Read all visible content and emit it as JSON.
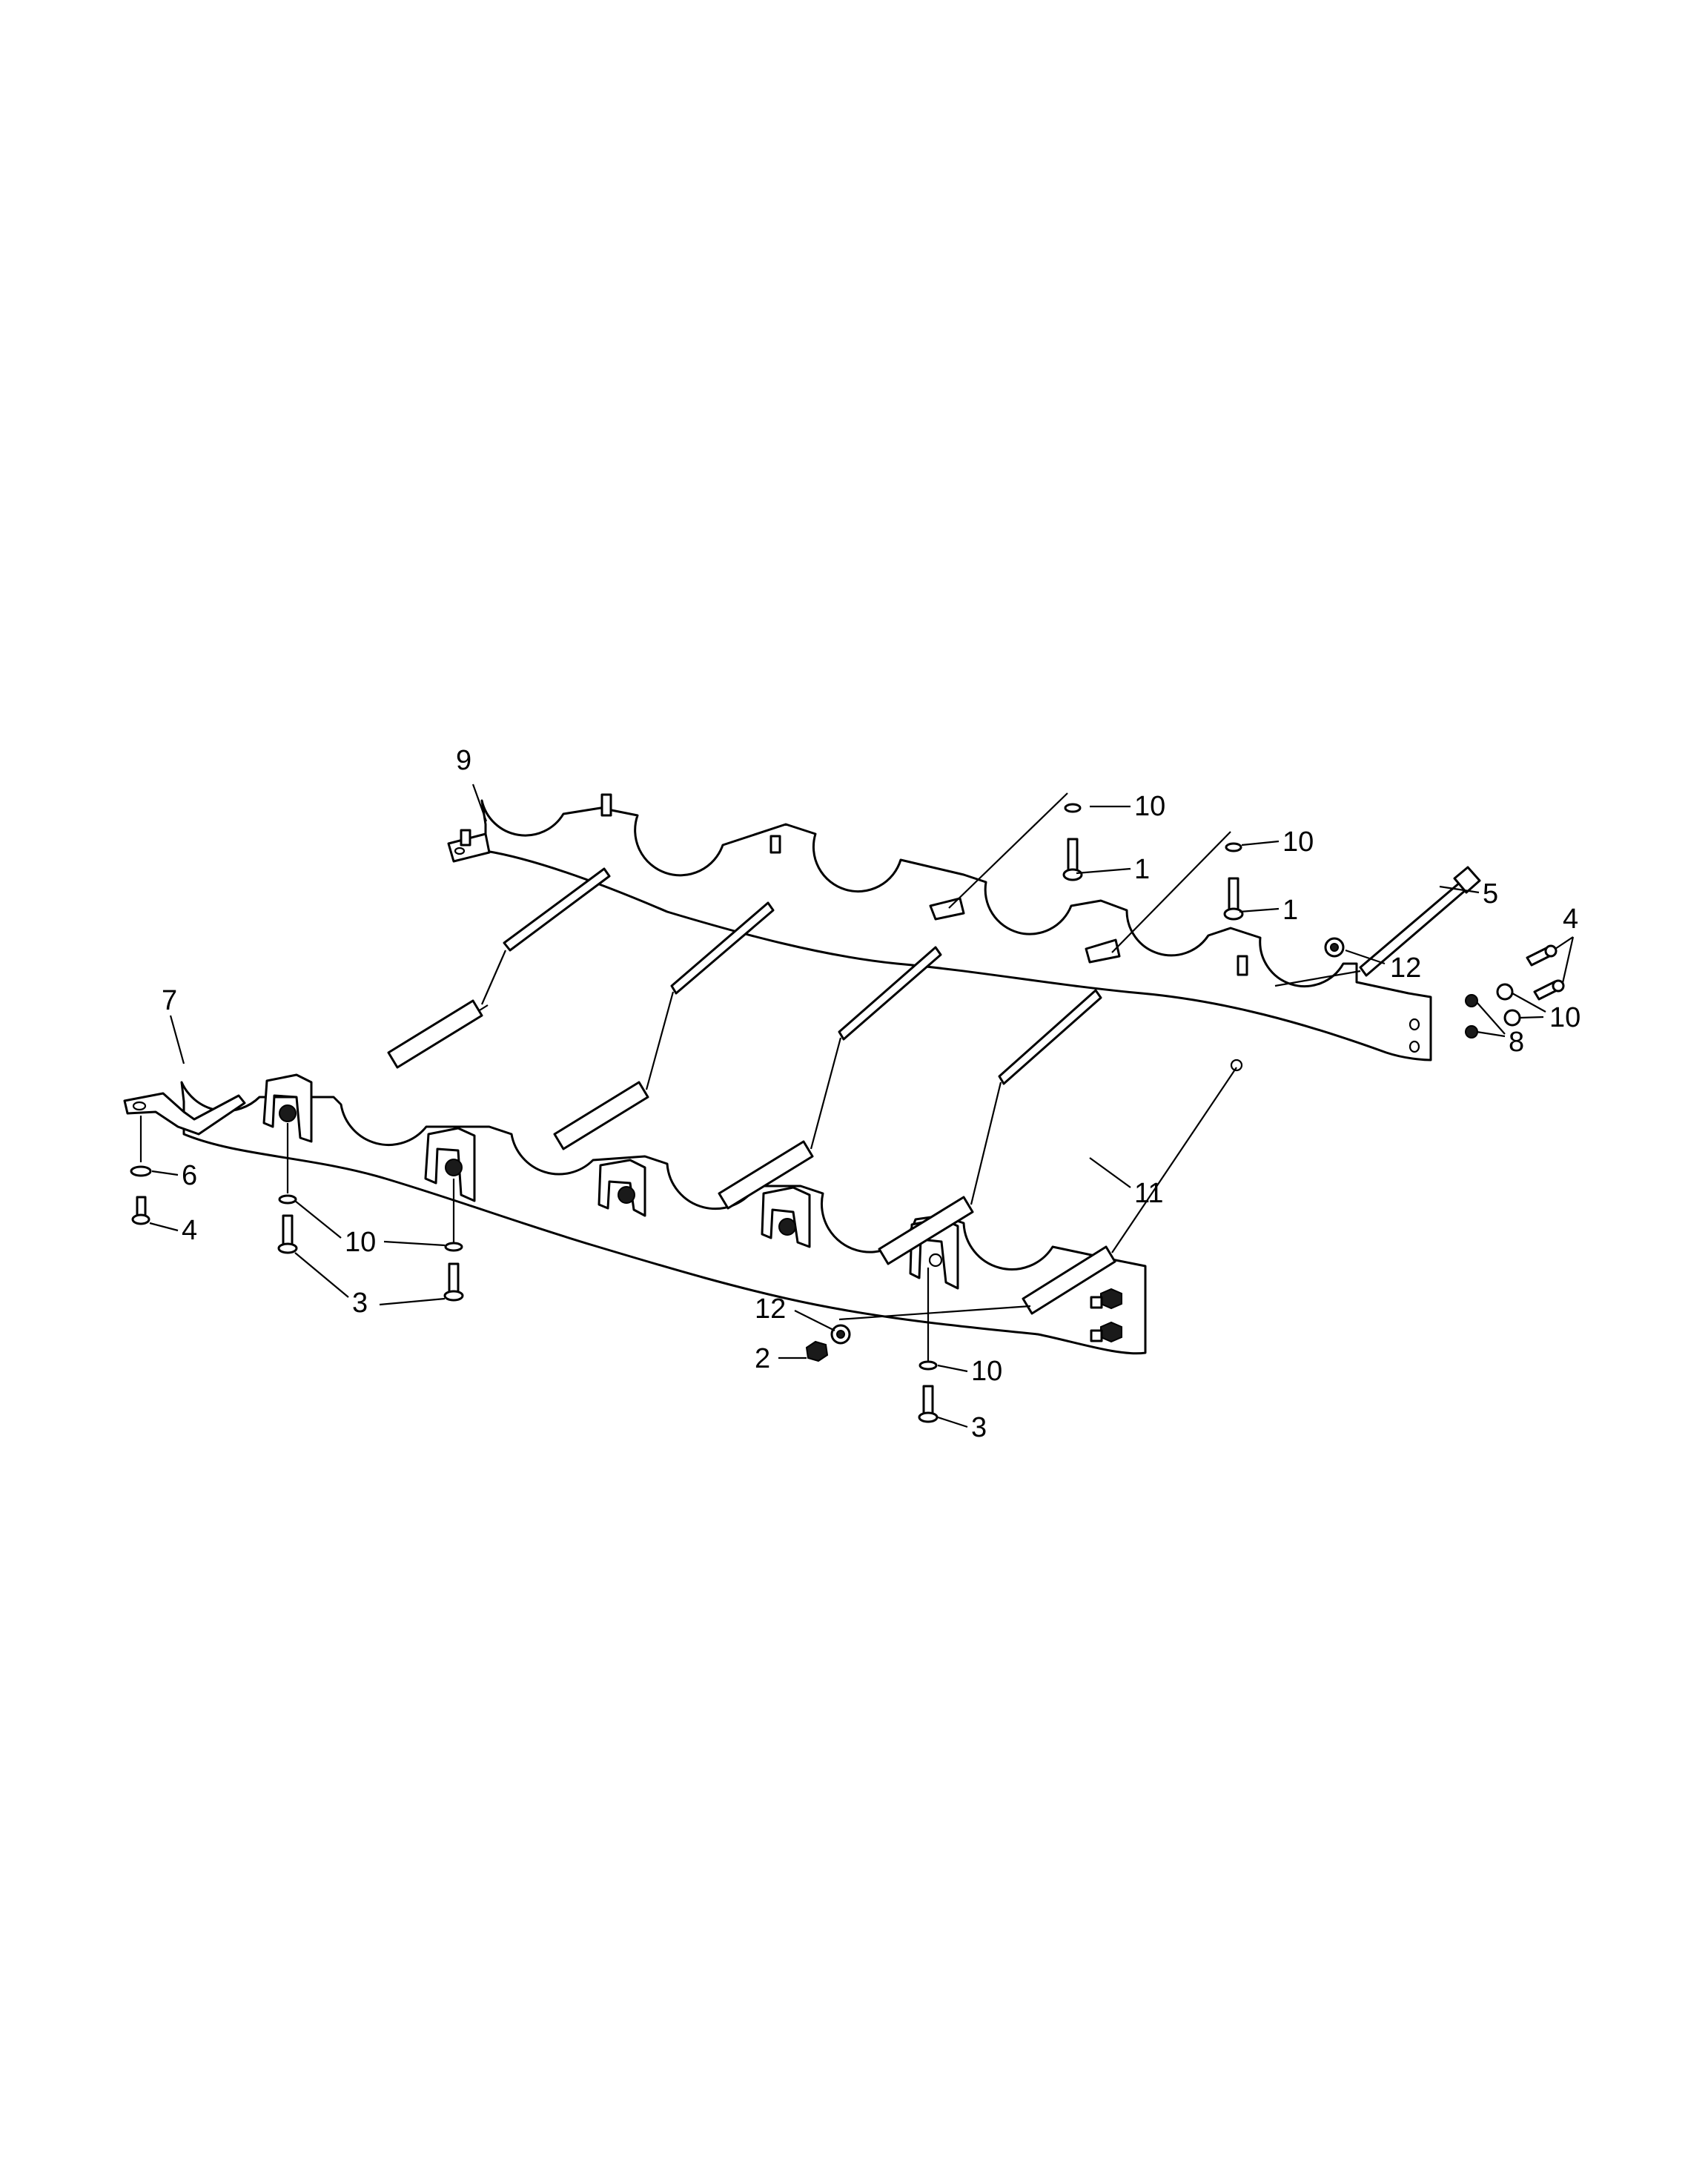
{
  "callouts": [
    {
      "id": "c9",
      "text": "9"
    },
    {
      "id": "c10a",
      "text": "10"
    },
    {
      "id": "c1a",
      "text": "1"
    },
    {
      "id": "c10b",
      "text": "10"
    },
    {
      "id": "c1b",
      "text": "1"
    },
    {
      "id": "c5",
      "text": "5"
    },
    {
      "id": "c4a",
      "text": "4"
    },
    {
      "id": "c12a",
      "text": "12"
    },
    {
      "id": "c10c",
      "text": "10"
    },
    {
      "id": "c8",
      "text": "8"
    },
    {
      "id": "c7",
      "text": "7"
    },
    {
      "id": "c6",
      "text": "6"
    },
    {
      "id": "c4b",
      "text": "4"
    },
    {
      "id": "c10d",
      "text": "10"
    },
    {
      "id": "c3a",
      "text": "3"
    },
    {
      "id": "c11",
      "text": "11"
    },
    {
      "id": "c12b",
      "text": "12"
    },
    {
      "id": "c2",
      "text": "2"
    },
    {
      "id": "c10e",
      "text": "10"
    },
    {
      "id": "c3b",
      "text": "3"
    }
  ]
}
